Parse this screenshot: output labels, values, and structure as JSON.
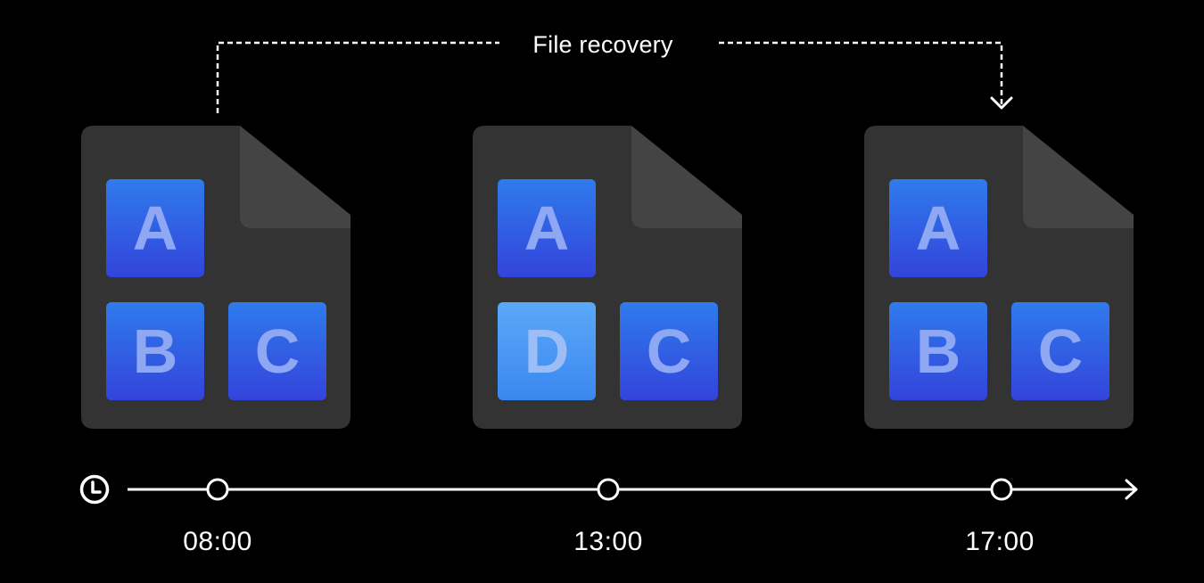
{
  "diagram": {
    "title": "File recovery",
    "files": [
      {
        "time": "08:00",
        "blocks": [
          {
            "letter": "A",
            "state": "original"
          },
          {
            "letter": "B",
            "state": "original"
          },
          {
            "letter": "C",
            "state": "original"
          }
        ]
      },
      {
        "time": "13:00",
        "blocks": [
          {
            "letter": "A",
            "state": "original"
          },
          {
            "letter": "D",
            "state": "changed"
          },
          {
            "letter": "C",
            "state": "original"
          }
        ]
      },
      {
        "time": "17:00",
        "blocks": [
          {
            "letter": "A",
            "state": "original"
          },
          {
            "letter": "B",
            "state": "original"
          },
          {
            "letter": "C",
            "state": "original"
          }
        ]
      }
    ],
    "colors": {
      "background": "#000000",
      "file_body": "#333333",
      "file_fold": "#444444",
      "block_top": "#2f7bec",
      "block_bottom": "#3344db",
      "changed_top": "#5aa9f8",
      "changed_bottom": "#3b87f0",
      "letter": "#8ea8f4",
      "line": "#ffffff"
    },
    "icons": {
      "timeline_start": "clock-icon",
      "timeline_end": "arrow-right-icon",
      "recovery_end": "arrow-down-icon"
    }
  }
}
